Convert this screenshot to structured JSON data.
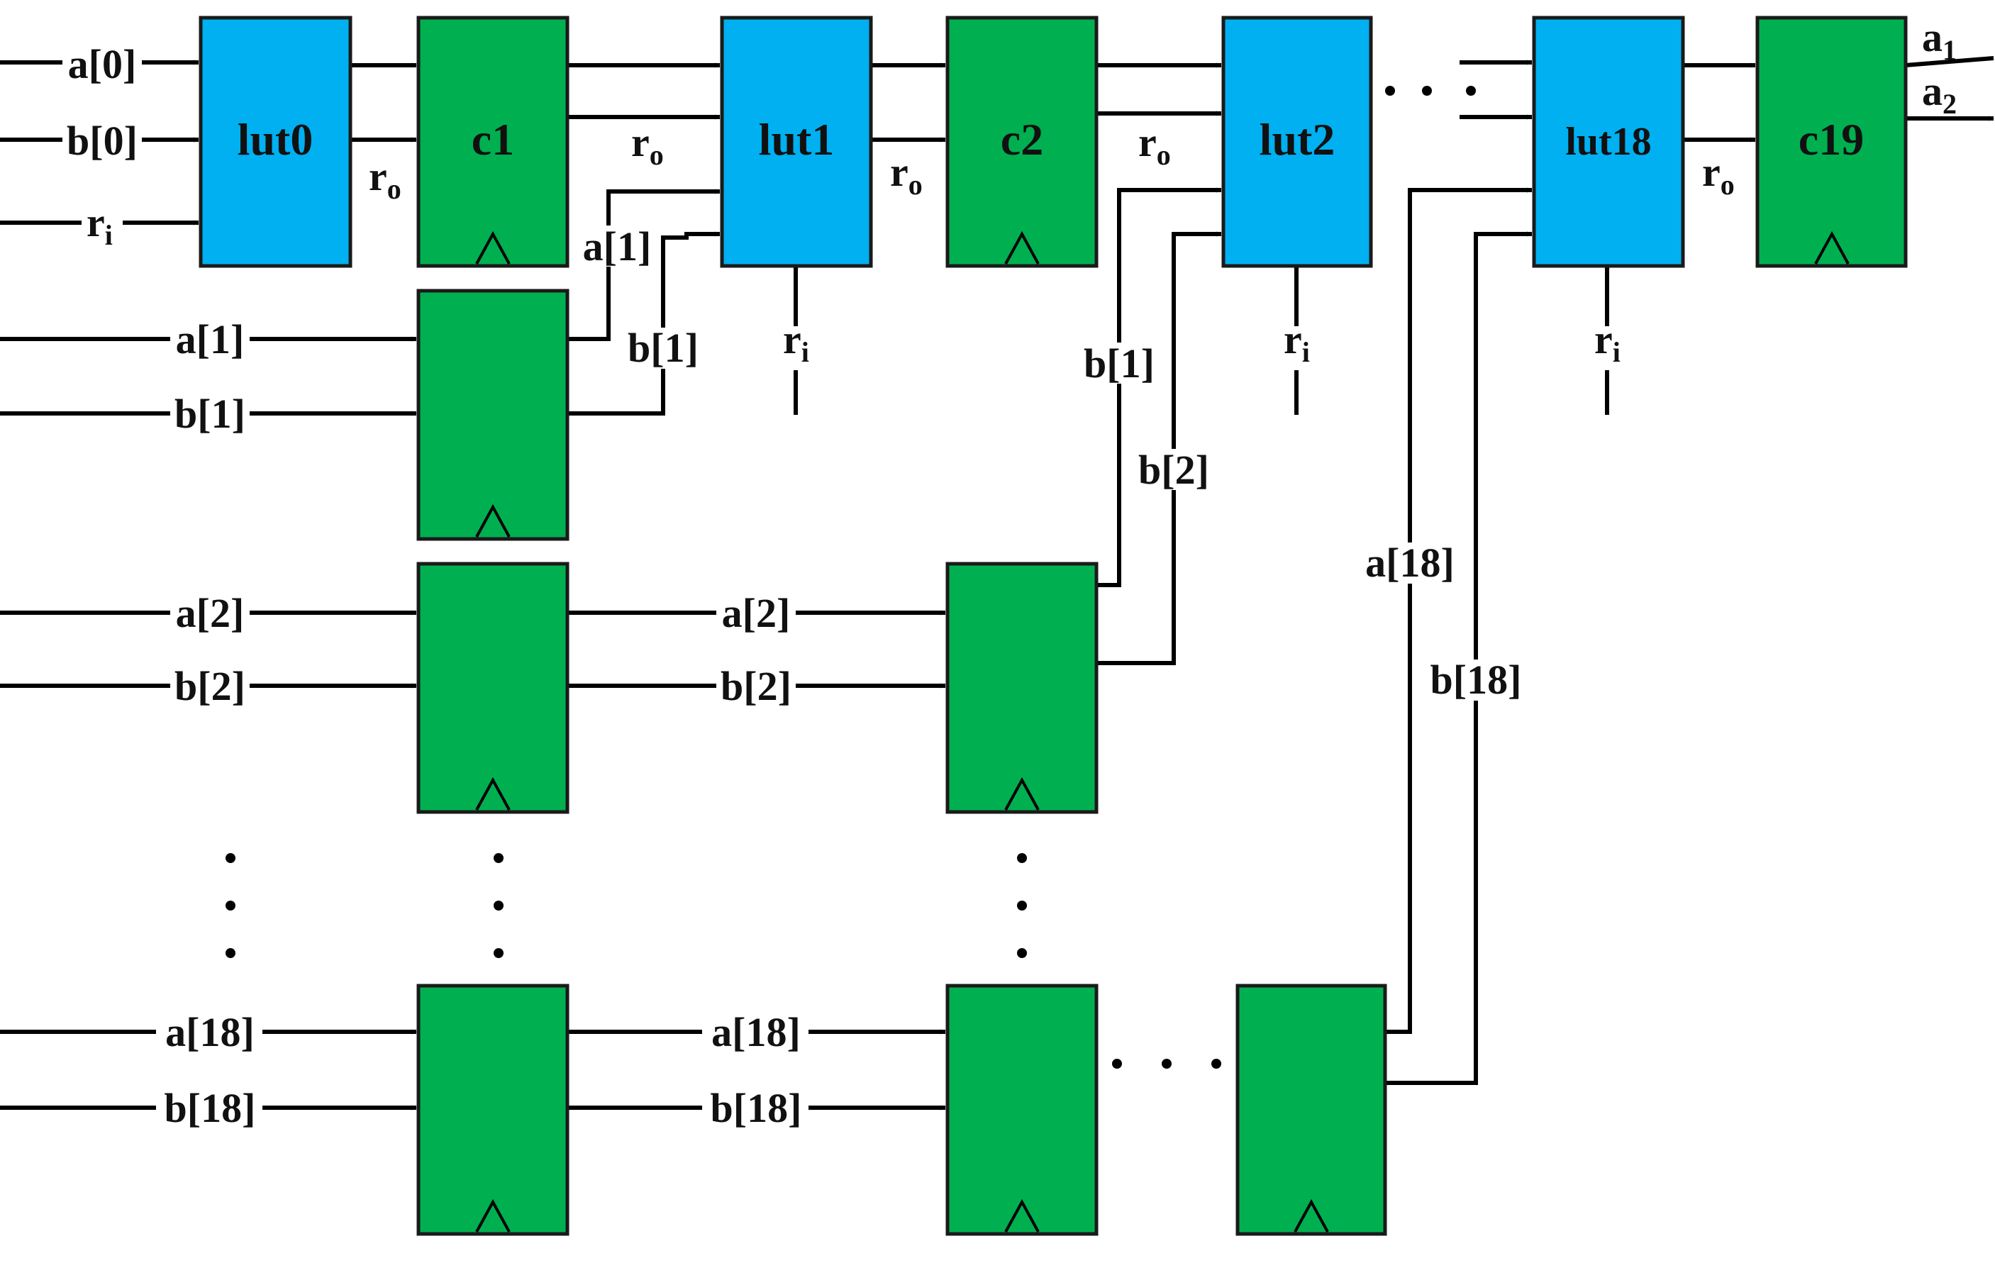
{
  "colors": {
    "lut": "#00b0f0",
    "reg": "#00b050",
    "stroke": "#1a1a1a",
    "wire": "#000000"
  },
  "blocks": [
    {
      "id": "lut0",
      "kind": "lut",
      "label": "lut0"
    },
    {
      "id": "c1",
      "kind": "reg",
      "label": "c1"
    },
    {
      "id": "lut1",
      "kind": "lut",
      "label": "lut1"
    },
    {
      "id": "c2",
      "kind": "reg",
      "label": "c2"
    },
    {
      "id": "lut2",
      "kind": "lut",
      "label": "lut2"
    },
    {
      "id": "lut18",
      "kind": "lut",
      "label": "lut18"
    },
    {
      "id": "c19",
      "kind": "reg",
      "label": "c19"
    },
    {
      "id": "r1",
      "kind": "reg",
      "label": ""
    },
    {
      "id": "r2a",
      "kind": "reg",
      "label": ""
    },
    {
      "id": "r2b",
      "kind": "reg",
      "label": ""
    },
    {
      "id": "r18a",
      "kind": "reg",
      "label": ""
    },
    {
      "id": "r18b",
      "kind": "reg",
      "label": ""
    },
    {
      "id": "r18c",
      "kind": "reg",
      "label": ""
    }
  ],
  "labels": {
    "a0": "a[0]",
    "b0": "b[0]",
    "ri": {
      "base": "r",
      "sub": "i"
    },
    "ro": {
      "base": "r",
      "sub": "o"
    },
    "a1": "a[1]",
    "b1": "b[1]",
    "a2": "a[2]",
    "b2": "b[2]",
    "a18": "a[18]",
    "b18": "b[18]",
    "out1": {
      "base": "a",
      "sub": "1"
    },
    "out2": {
      "base": "a",
      "sub": "2"
    }
  }
}
